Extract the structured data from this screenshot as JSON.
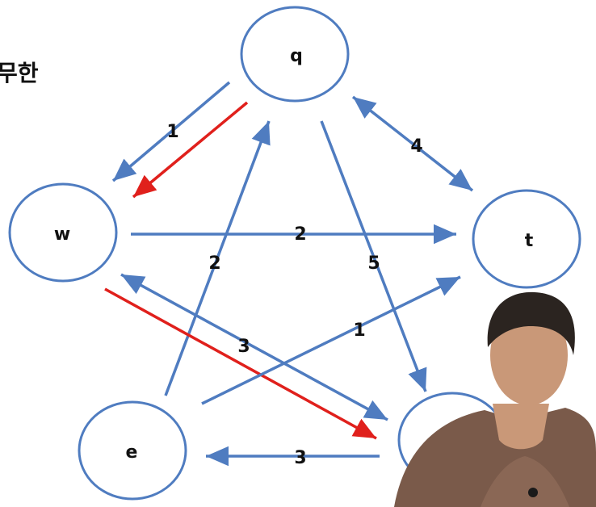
{
  "header": {
    "title": "무한"
  },
  "colors": {
    "edge_blue": "#4f7cc0",
    "edge_red": "#e0201c",
    "node_stroke": "#4f7cc0",
    "text": "#111111"
  },
  "nodes": [
    {
      "id": "q",
      "label": "q"
    },
    {
      "id": "w",
      "label": "w"
    },
    {
      "id": "t",
      "label": "t"
    },
    {
      "id": "e",
      "label": "e"
    },
    {
      "id": "r",
      "label": ""
    }
  ],
  "edges": [
    {
      "id": "q-w-blue",
      "label": "1",
      "color": "blue",
      "from": "q",
      "to": "w"
    },
    {
      "id": "q-w-red",
      "label": "",
      "color": "red",
      "from": "q",
      "to": "w"
    },
    {
      "id": "q-t",
      "label": "4",
      "color": "blue",
      "from": "q",
      "to": "t",
      "bidirectional": true
    },
    {
      "id": "w-t",
      "label": "2",
      "color": "blue",
      "from": "w",
      "to": "t"
    },
    {
      "id": "e-q",
      "label": "2",
      "color": "blue",
      "from": "e",
      "to": "q"
    },
    {
      "id": "q-r",
      "label": "5",
      "color": "blue",
      "from": "q",
      "to": "r"
    },
    {
      "id": "w-r",
      "label": "3",
      "color": "blue",
      "from": "w",
      "to": "r",
      "bidirectional": true
    },
    {
      "id": "w-r-red",
      "label": "",
      "color": "red",
      "from": "w",
      "to": "r"
    },
    {
      "id": "e-t",
      "label": "1",
      "color": "blue",
      "from": "e",
      "to": "t"
    },
    {
      "id": "r-e",
      "label": "3",
      "color": "blue",
      "from": "r",
      "to": "e"
    }
  ]
}
